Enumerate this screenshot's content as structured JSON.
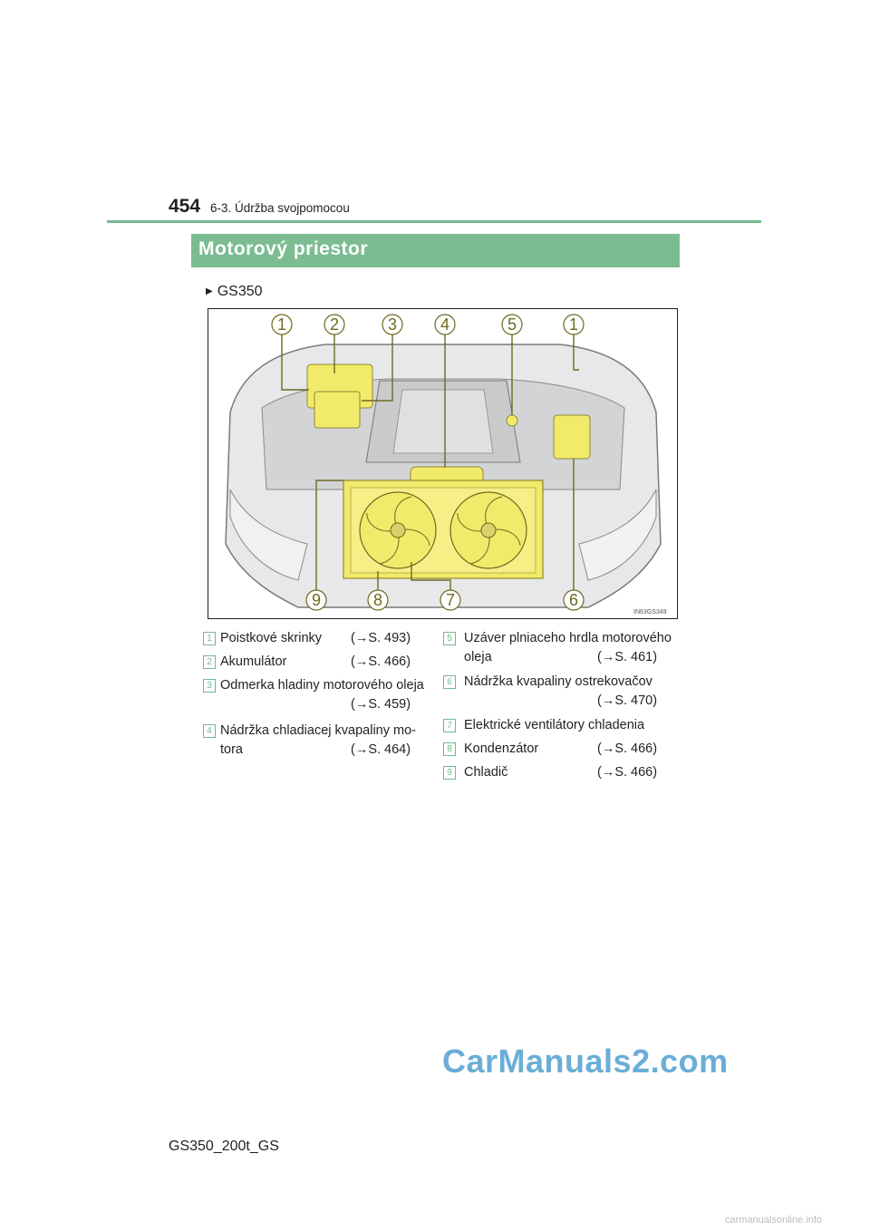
{
  "header": {
    "page_number": "454",
    "section_title": "6-3. Údržba svojpomocou"
  },
  "section": {
    "title": "Motorový priestor"
  },
  "model_label": "GS350",
  "diagram": {
    "code": "IN63GS349",
    "callouts": [
      "1",
      "2",
      "3",
      "4",
      "5",
      "1",
      "9",
      "8",
      "7",
      "6"
    ]
  },
  "legend": {
    "left": [
      {
        "num": "1",
        "label": "Poistkové skrinky",
        "ref": "(→S. 493)"
      },
      {
        "num": "2",
        "label": "Akumulátor",
        "ref": "(→S. 466)"
      },
      {
        "num": "3",
        "label": "Odmerka hladiny motorového oleja",
        "ref": "(→S. 459)"
      },
      {
        "num": "4",
        "label": "Nádržka chladiacej kvapaliny mo-",
        "label2": "tora",
        "ref": "(→S. 464)"
      }
    ],
    "right": [
      {
        "num": "5",
        "label": "Uzáver plniaceho hrdla motorového",
        "label2": "oleja",
        "ref": "(→S. 461)"
      },
      {
        "num": "6",
        "label": "Nádržka kvapaliny ostrekovačov",
        "ref": "(→S. 470)"
      },
      {
        "num": "7",
        "label": "Elektrické ventilátory chladenia"
      },
      {
        "num": "8",
        "label": "Kondenzátor",
        "ref": "(→S. 466)"
      },
      {
        "num": "9",
        "label": "Chladič",
        "ref": "(→S. 466)"
      }
    ]
  },
  "footer": {
    "model_code": "GS350_200t_GS",
    "watermark": "CarManuals2.com",
    "site": "carmanualsonline.info"
  },
  "colors": {
    "accent_green": "#7bbd91",
    "highlight_yellow": "#f2ea6a",
    "watermark_blue": "#6aaed6"
  }
}
